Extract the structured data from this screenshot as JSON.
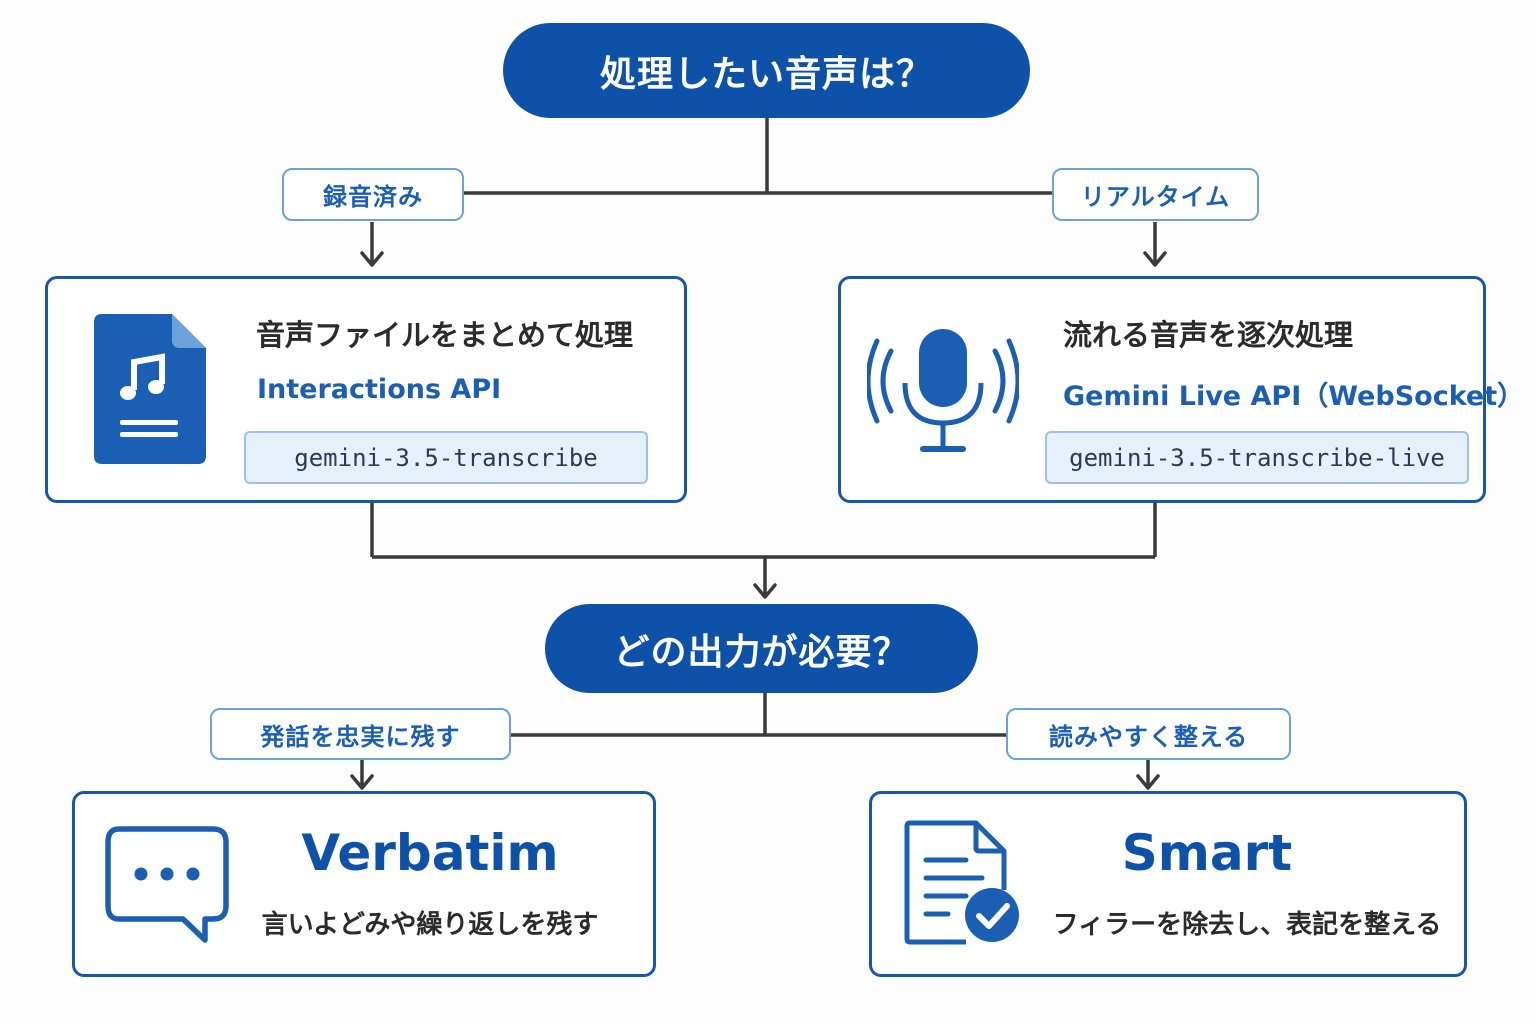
{
  "colors": {
    "primary": "#0d52a8",
    "accent_text": "#1a5fb4",
    "connector": "#3a3a3a",
    "tag_border": "#6ba3d9",
    "model_bg": "#e6f0fb"
  },
  "question1": "処理したい音声は？",
  "branch_labels_1": {
    "left": "録音済み",
    "right": "リアルタイム"
  },
  "recorded": {
    "icon": "audio-file-icon",
    "title": "音声ファイルをまとめて処理",
    "api": "Interactions API",
    "model": "gemini-3.5-transcribe"
  },
  "realtime": {
    "icon": "microphone-broadcast-icon",
    "title": "流れる音声を逐次処理",
    "api": "Gemini Live API（WebSocket）",
    "model": "gemini-3.5-transcribe-live"
  },
  "question2": "どの出力が必要？",
  "branch_labels_2": {
    "left": "発話を忠実に残す",
    "right": "読みやすく整える"
  },
  "verbatim": {
    "icon": "chat-bubble-icon",
    "name": "Verbatim",
    "desc": "言いよどみや繰り返しを残す"
  },
  "smart": {
    "icon": "document-check-icon",
    "name": "Smart",
    "desc": "フィラーを除去し、表記を整える"
  }
}
